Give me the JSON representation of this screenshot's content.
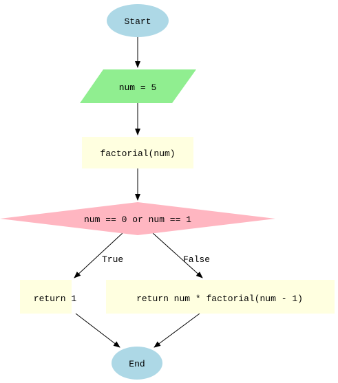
{
  "colors": {
    "terminal": "#add8e6",
    "input": "#90ee90",
    "process": "#ffffe0",
    "decision": "#ffb6c1",
    "edge": "#000000",
    "text": "#000000"
  },
  "nodes": {
    "start": {
      "label": "Start",
      "shape": "ellipse"
    },
    "input": {
      "label": "num = 5",
      "shape": "parallelogram"
    },
    "call": {
      "label": "factorial(num)",
      "shape": "rectangle"
    },
    "decision": {
      "label": "num == 0 or num == 1",
      "shape": "diamond"
    },
    "return_one": {
      "label": "return 1",
      "shape": "rectangle"
    },
    "return_recursive": {
      "label": "return num * factorial(num - 1)",
      "shape": "rectangle"
    },
    "end": {
      "label": "End",
      "shape": "ellipse"
    }
  },
  "edges": {
    "true_label": "True",
    "false_label": "False"
  }
}
